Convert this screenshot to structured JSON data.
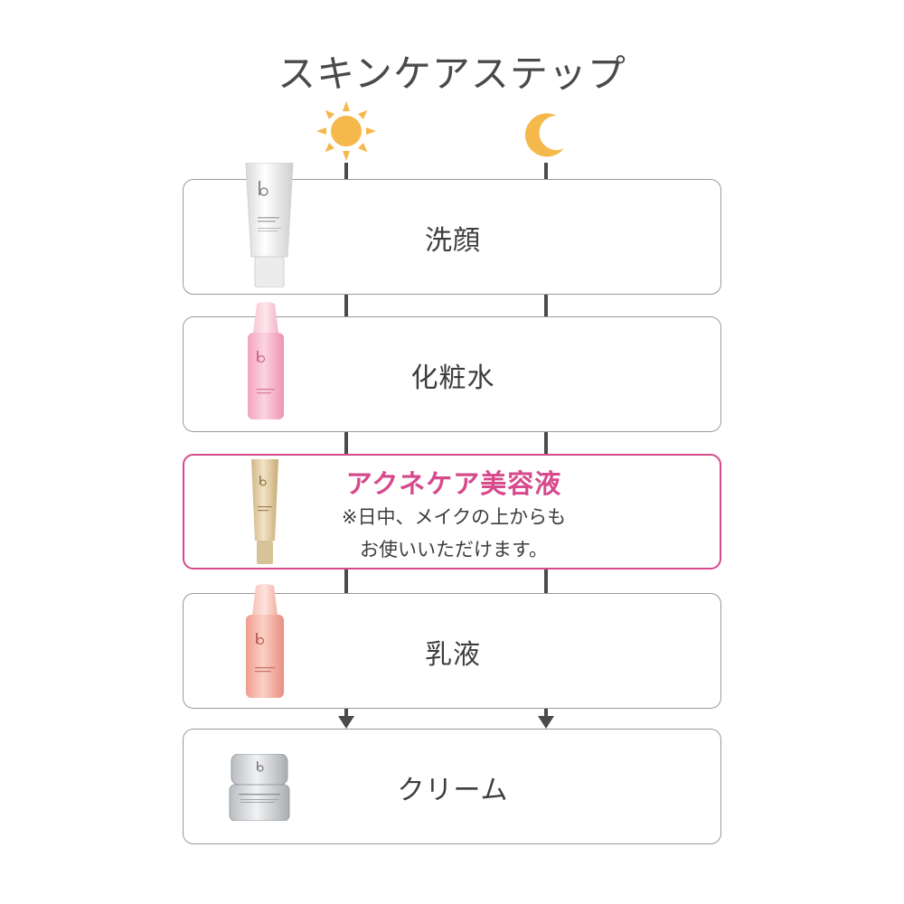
{
  "title": "スキンケアステップ",
  "icons": {
    "day": "sun-icon",
    "night": "moon-icon"
  },
  "colors": {
    "accent": "#d64a8c",
    "line": "#4a4a4a",
    "border": "#9a9a9a",
    "sun": "#f5b84a",
    "moon": "#f5b84a"
  },
  "steps": [
    {
      "label": "洗顔",
      "product": "cleansing-foam-tube"
    },
    {
      "label": "化粧水",
      "product": "pink-lotion-bottle"
    },
    {
      "label": "アクネケア美容液",
      "note_line1": "※日中、メイクの上からも",
      "note_line2": "お使いいただけます。",
      "product": "gold-serum-tube"
    },
    {
      "label": "乳液",
      "product": "coral-emulsion-bottle"
    },
    {
      "label": "クリーム",
      "product": "silver-cream-jar"
    }
  ]
}
